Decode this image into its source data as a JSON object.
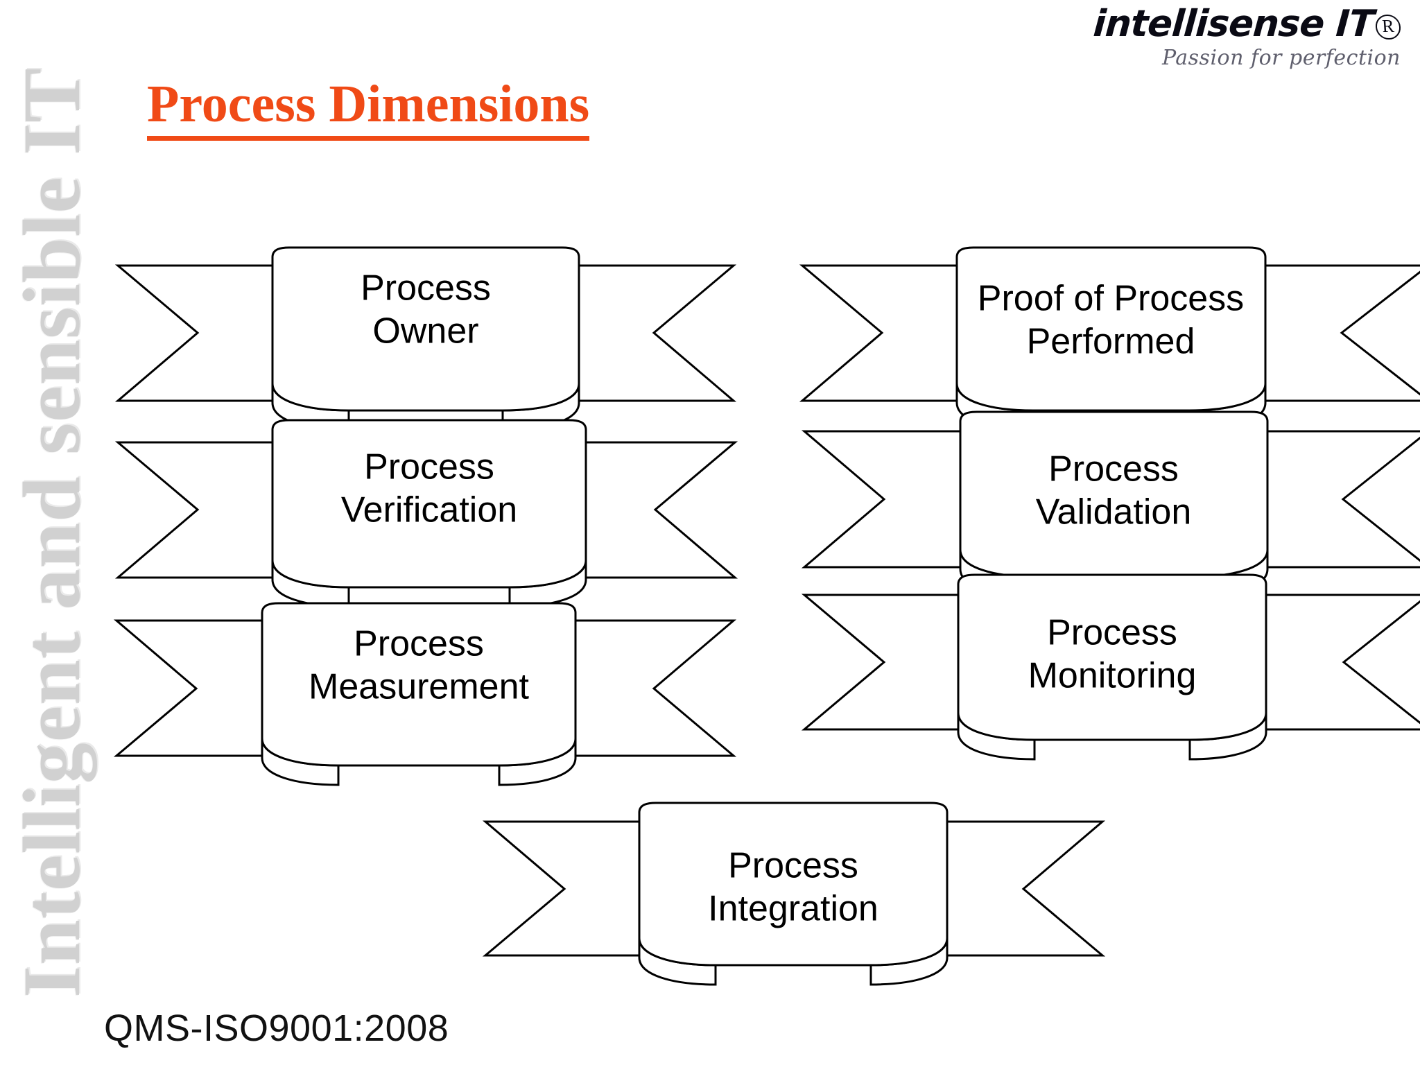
{
  "slide": {
    "title": "Process Dimensions",
    "title_color": "#f04a16",
    "footer": "QMS-ISO9001:2008",
    "sidebar_watermark": "Intelligent and sensible IT",
    "background_color": "#ffffff"
  },
  "logo": {
    "wordmark": "intellisense IT",
    "registered_mark": "R",
    "tagline": "Passion for perfection"
  },
  "diagram": {
    "shape_type": "ribbon-banner",
    "outline_color": "#000000",
    "fill_color": "#ffffff",
    "ribbons": [
      {
        "id": "process-owner",
        "label_line1": "Process",
        "label_line2": "Owner",
        "column": "left",
        "row": 1
      },
      {
        "id": "proof-of-process",
        "label_line1": "Proof of Process",
        "label_line2": "Performed",
        "column": "right",
        "row": 1
      },
      {
        "id": "process-verification",
        "label_line1": "Process",
        "label_line2": "Verification",
        "column": "left",
        "row": 2
      },
      {
        "id": "process-validation",
        "label_line1": "Process",
        "label_line2": "Validation",
        "column": "right",
        "row": 2
      },
      {
        "id": "process-measurement",
        "label_line1": "Process",
        "label_line2": "Measurement",
        "column": "left",
        "row": 3
      },
      {
        "id": "process-monitoring",
        "label_line1": "Process",
        "label_line2": "Monitoring",
        "column": "right",
        "row": 3
      },
      {
        "id": "process-integration",
        "label_line1": "Process",
        "label_line2": "Integration",
        "column": "center",
        "row": 4
      }
    ]
  }
}
